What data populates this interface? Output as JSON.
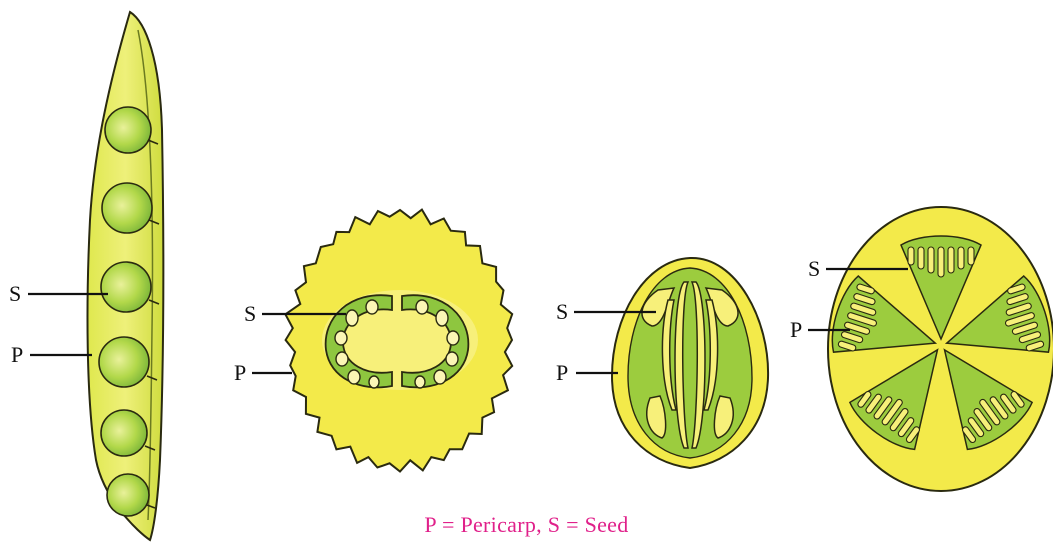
{
  "figures": [
    {
      "labels": {
        "seed": "S",
        "pericarp": "P"
      }
    },
    {
      "labels": {
        "seed": "S",
        "pericarp": "P"
      }
    },
    {
      "labels": {
        "seed": "S",
        "pericarp": "P"
      }
    },
    {
      "labels": {
        "seed": "S",
        "pericarp": "P"
      }
    }
  ],
  "caption": "P = Pericarp, S = Seed",
  "colors": {
    "pericarp_yellow": "#f3ea4a",
    "pod_green": "#cddd3a",
    "seed_green": "#8ec63f",
    "inner_green": "#9ccc3e",
    "outline": "#2a2a10",
    "caption": "#e0208a"
  }
}
